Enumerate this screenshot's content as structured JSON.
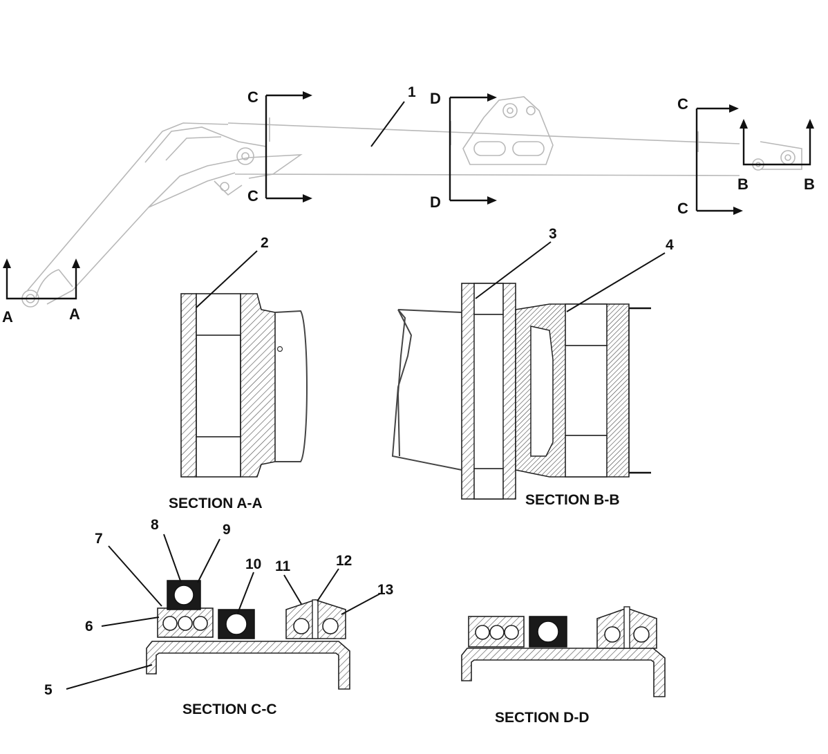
{
  "cut_marks": {
    "c_left_top": "C",
    "c_left_bottom": "C",
    "d_top": "D",
    "d_bottom": "D",
    "c_right_top": "C",
    "c_right_bottom": "C",
    "b_left": "B",
    "b_right": "B",
    "a_left": "A",
    "a_right": "A"
  },
  "callouts": [
    "1",
    "2",
    "3",
    "4",
    "5",
    "6",
    "7",
    "8",
    "9",
    "10",
    "11",
    "12",
    "13"
  ],
  "sections": {
    "a": "SECTION A-A",
    "b": "SECTION B-B",
    "c": "SECTION C-C",
    "d": "SECTION D-D"
  }
}
